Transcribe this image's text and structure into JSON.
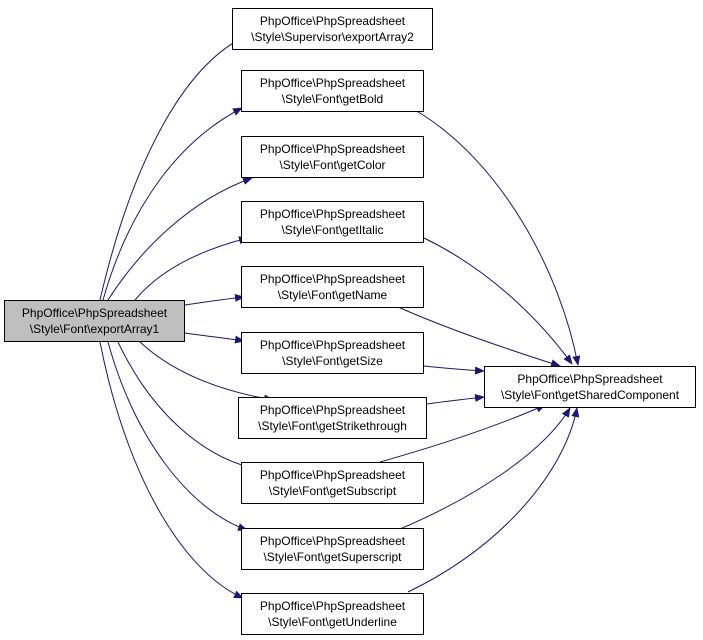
{
  "diagram": {
    "root": {
      "line1": "PhpOffice\\PhpSpreadsheet",
      "line2": "\\Style\\Font\\exportArray1"
    },
    "callees": [
      {
        "id": "exportArray2",
        "line1": "PhpOffice\\PhpSpreadsheet",
        "line2": "\\Style\\Supervisor\\exportArray2"
      },
      {
        "id": "getBold",
        "line1": "PhpOffice\\PhpSpreadsheet",
        "line2": "\\Style\\Font\\getBold"
      },
      {
        "id": "getColor",
        "line1": "PhpOffice\\PhpSpreadsheet",
        "line2": "\\Style\\Font\\getColor"
      },
      {
        "id": "getItalic",
        "line1": "PhpOffice\\PhpSpreadsheet",
        "line2": "\\Style\\Font\\getItalic"
      },
      {
        "id": "getName",
        "line1": "PhpOffice\\PhpSpreadsheet",
        "line2": "\\Style\\Font\\getName"
      },
      {
        "id": "getSize",
        "line1": "PhpOffice\\PhpSpreadsheet",
        "line2": "\\Style\\Font\\getSize"
      },
      {
        "id": "getStrikethrough",
        "line1": "PhpOffice\\PhpSpreadsheet",
        "line2": "\\Style\\Font\\getStrikethrough"
      },
      {
        "id": "getSubscript",
        "line1": "PhpOffice\\PhpSpreadsheet",
        "line2": "\\Style\\Font\\getSubscript"
      },
      {
        "id": "getSuperscript",
        "line1": "PhpOffice\\PhpSpreadsheet",
        "line2": "\\Style\\Font\\getSuperscript"
      },
      {
        "id": "getUnderline",
        "line1": "PhpOffice\\PhpSpreadsheet",
        "line2": "\\Style\\Font\\getUnderline"
      }
    ],
    "shared": {
      "line1": "PhpOffice\\PhpSpreadsheet",
      "line2": "\\Style\\Font\\getSharedComponent"
    },
    "edges_to_shared": [
      "getBold",
      "getItalic",
      "getName",
      "getSize",
      "getStrikethrough",
      "getSubscript",
      "getSuperscript",
      "getUnderline"
    ],
    "colors": {
      "edge": "#191970",
      "root_fill": "#bfbfbf",
      "node_fill": "#ffffff",
      "border": "#000000"
    }
  }
}
